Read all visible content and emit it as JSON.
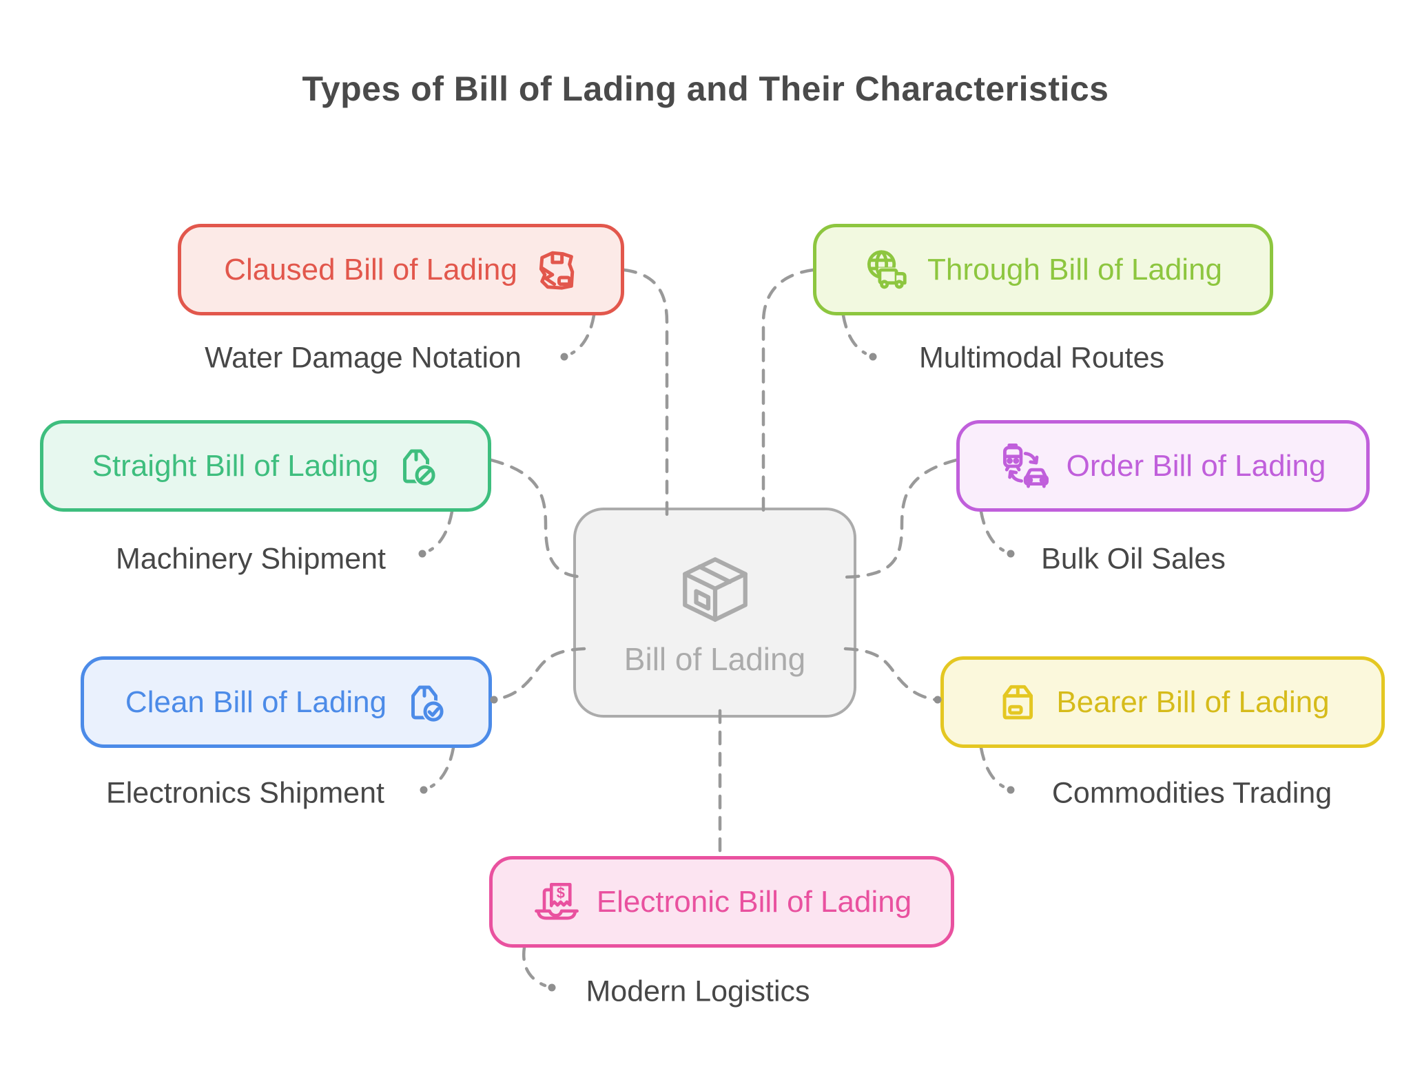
{
  "title": "Types of Bill of Lading and Their Characteristics",
  "center": {
    "label": "Bill of Lading",
    "icon": "package-3d-icon"
  },
  "nodes": [
    {
      "label": "Claused Bill of Lading",
      "subtitle": "Water Damage Notation",
      "icon": "damaged-package-icon",
      "accent": "#e2574c",
      "fill": "#fceae7",
      "icon_side": "right"
    },
    {
      "label": "Through Bill of Lading",
      "subtitle": "Multimodal Routes",
      "icon": "globe-truck-icon",
      "accent": "#8dc63f",
      "fill": "#f2f9e0",
      "icon_side": "left"
    },
    {
      "label": "Straight Bill of Lading",
      "subtitle": "Machinery Shipment",
      "icon": "package-blocked-icon",
      "accent": "#3ebe7e",
      "fill": "#e7f8ef",
      "icon_side": "right"
    },
    {
      "label": "Order Bill of Lading",
      "subtitle": "Bulk Oil Sales",
      "icon": "train-car-transfer-icon",
      "accent": "#c05fdb",
      "fill": "#faeefc",
      "icon_side": "left"
    },
    {
      "label": "Clean Bill of Lading",
      "subtitle": "Electronics Shipment",
      "icon": "package-check-icon",
      "accent": "#4c8be8",
      "fill": "#eaf1fd",
      "icon_side": "right"
    },
    {
      "label": "Bearer Bill of Lading",
      "subtitle": "Commodities Trading",
      "icon": "package-icon",
      "accent": "#e4c722",
      "fill": "#fbf8dc",
      "icon_side": "left"
    },
    {
      "label": "Electronic Bill of Lading",
      "subtitle": "Modern Logistics",
      "icon": "laptop-receipt-icon",
      "accent": "#e9519f",
      "fill": "#fce4f1",
      "icon_side": "left"
    }
  ],
  "colors": {
    "title_text": "#4a4a4a",
    "subtitle_text": "#474747",
    "connector": "#999999",
    "center_gray": "#ababab",
    "center_fill": "#f2f2f2"
  }
}
